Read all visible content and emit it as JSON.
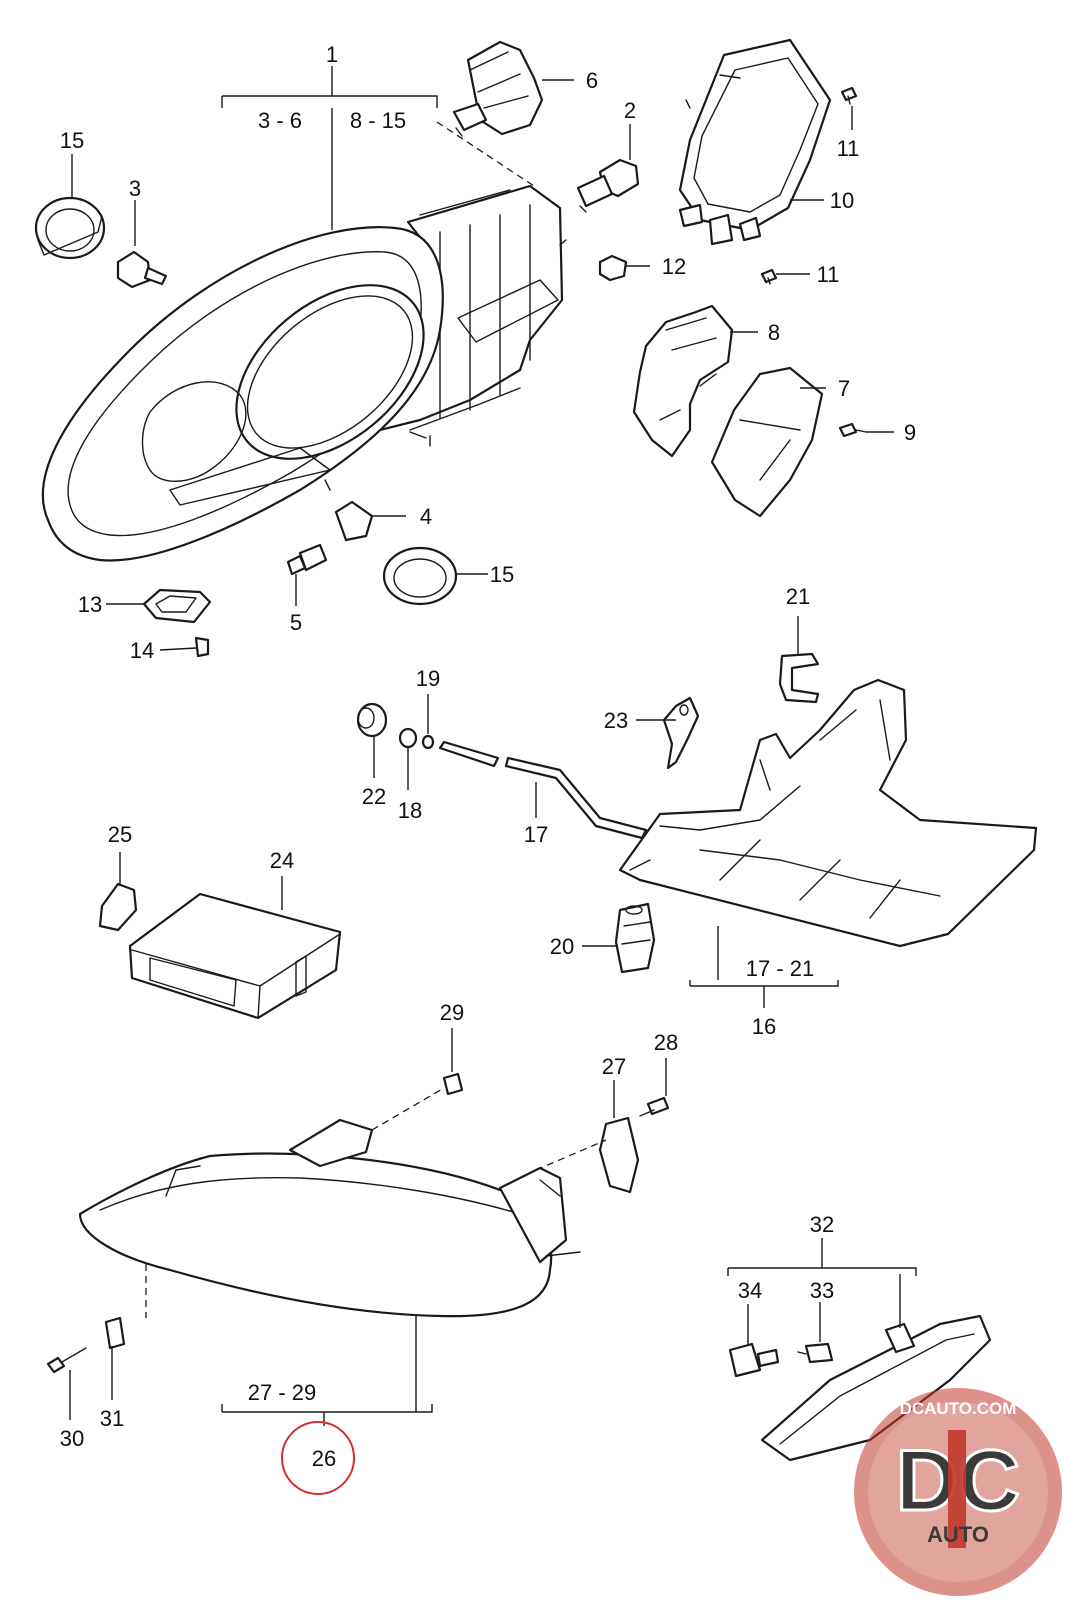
{
  "labels": {
    "l1": "1",
    "l1_left": "3 - 6",
    "l1_right": "8 - 15",
    "l2": "2",
    "l3": "3",
    "l4": "4",
    "l5": "5",
    "l6": "6",
    "l7": "7",
    "l8": "8",
    "l9": "9",
    "l10": "10",
    "l11a": "11",
    "l11b": "11",
    "l12": "12",
    "l13": "13",
    "l14": "14",
    "l15a": "15",
    "l15b": "15",
    "l16": "16",
    "l16_range": "17 - 21",
    "l17": "17",
    "l18": "18",
    "l19": "19",
    "l20": "20",
    "l21": "21",
    "l22": "22",
    "l23": "23",
    "l24": "24",
    "l25": "25",
    "l26": "26",
    "l26_range": "27 - 29",
    "l27": "27",
    "l28": "28",
    "l29": "29",
    "l30": "30",
    "l31": "31",
    "l32": "32",
    "l33": "33",
    "l34": "34"
  },
  "watermark": {
    "site": "DCAUTO.COM",
    "mark": "DC",
    "sub": "AUTO"
  },
  "colors": {
    "line": "#1a1a1a",
    "highlight_circle": "#d32f2f",
    "logo_red": "#c0392b",
    "logo_gray": "#3b3b3b"
  }
}
